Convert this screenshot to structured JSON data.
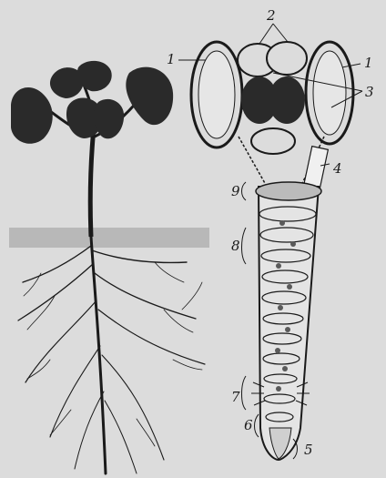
{
  "figure": {
    "callouts": [
      {
        "id": "c1-left",
        "text": "1"
      },
      {
        "id": "c1-right",
        "text": "1"
      },
      {
        "id": "c2",
        "text": "2"
      },
      {
        "id": "c3",
        "text": "3"
      },
      {
        "id": "c4",
        "text": "4"
      },
      {
        "id": "c5",
        "text": "5"
      },
      {
        "id": "c6",
        "text": "6"
      },
      {
        "id": "c7",
        "text": "7"
      },
      {
        "id": "c8",
        "text": "8"
      },
      {
        "id": "c9",
        "text": "9"
      }
    ]
  },
  "colors": {
    "background": "#dcdcdc",
    "ink": "#1a1a1a",
    "dark_fill": "#2a2a2a",
    "soil": "#9a9a9a"
  }
}
